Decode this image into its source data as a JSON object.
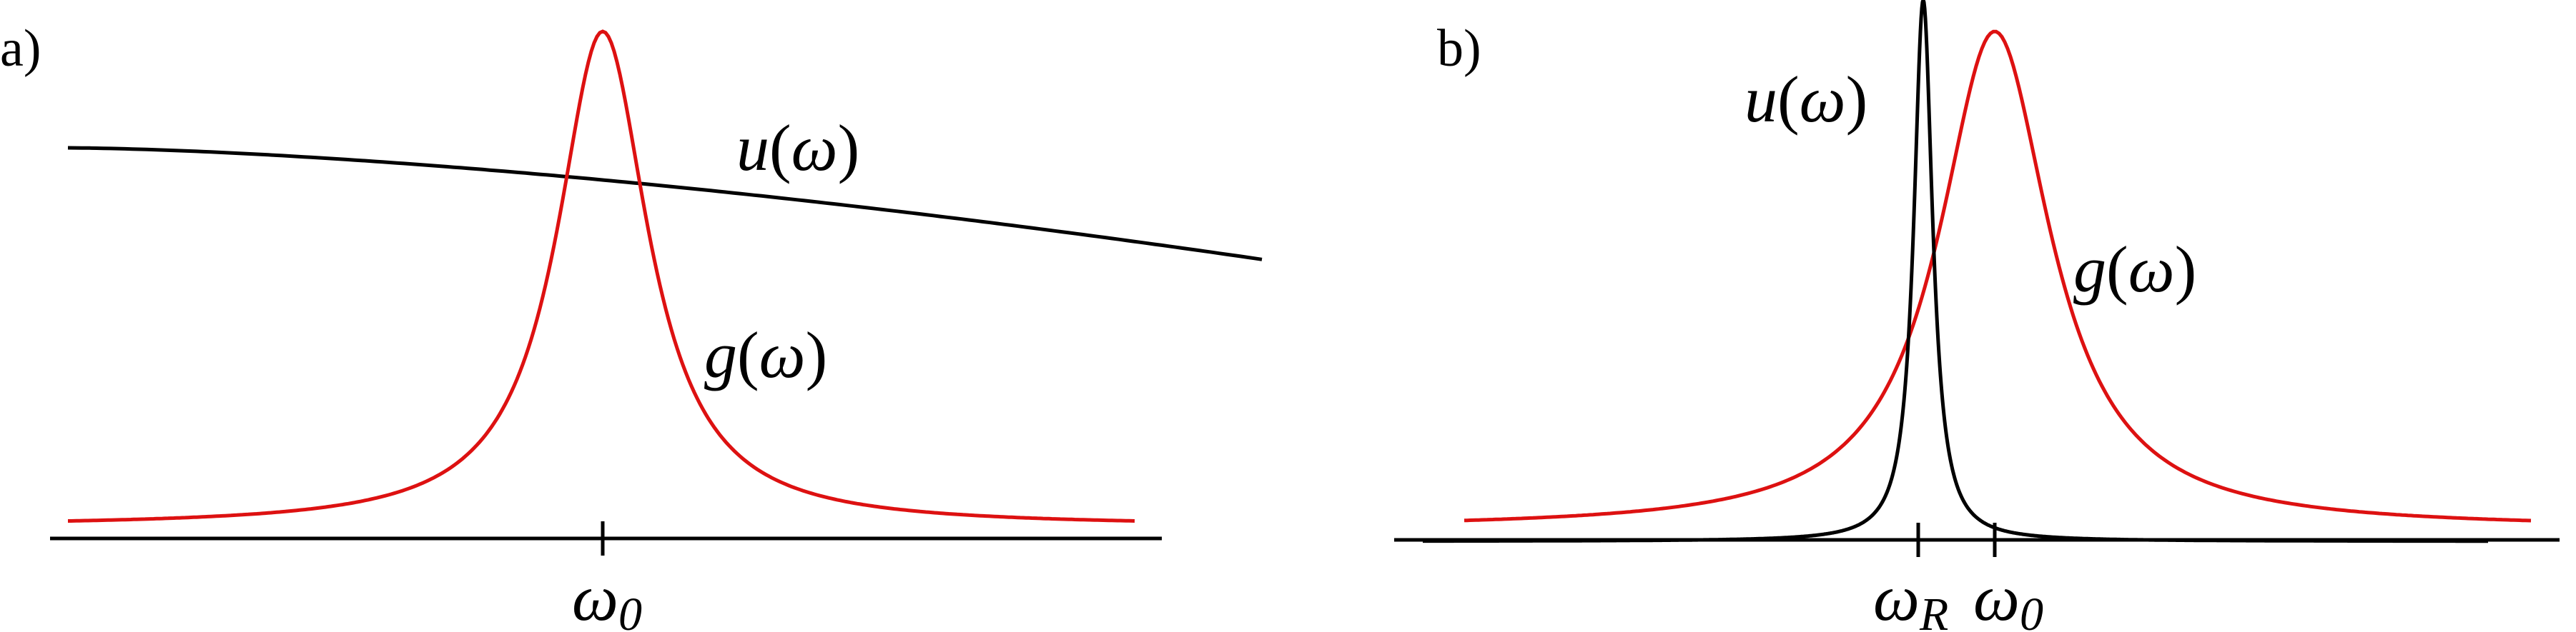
{
  "colors": {
    "axis": "#000000",
    "u_curve": "#000000",
    "g_curve": "#dd1111"
  },
  "panels": [
    {
      "label": "a)",
      "u_label": {
        "symbol": "u",
        "open": "(",
        "arg": "ω",
        "close": ")"
      },
      "g_label": {
        "symbol": "g",
        "open": "(",
        "arg": "ω",
        "close": ")"
      },
      "ticks": [
        {
          "main": "ω",
          "sub": "0"
        }
      ]
    },
    {
      "label": "b)",
      "u_label": {
        "symbol": "u",
        "open": "(",
        "arg": "ω",
        "close": ")"
      },
      "g_label": {
        "symbol": "g",
        "open": "(",
        "arg": "ω",
        "close": ")"
      },
      "ticks": [
        {
          "main": "ω",
          "sub": "R"
        },
        {
          "main": "ω",
          "sub": "0"
        }
      ]
    }
  ]
}
